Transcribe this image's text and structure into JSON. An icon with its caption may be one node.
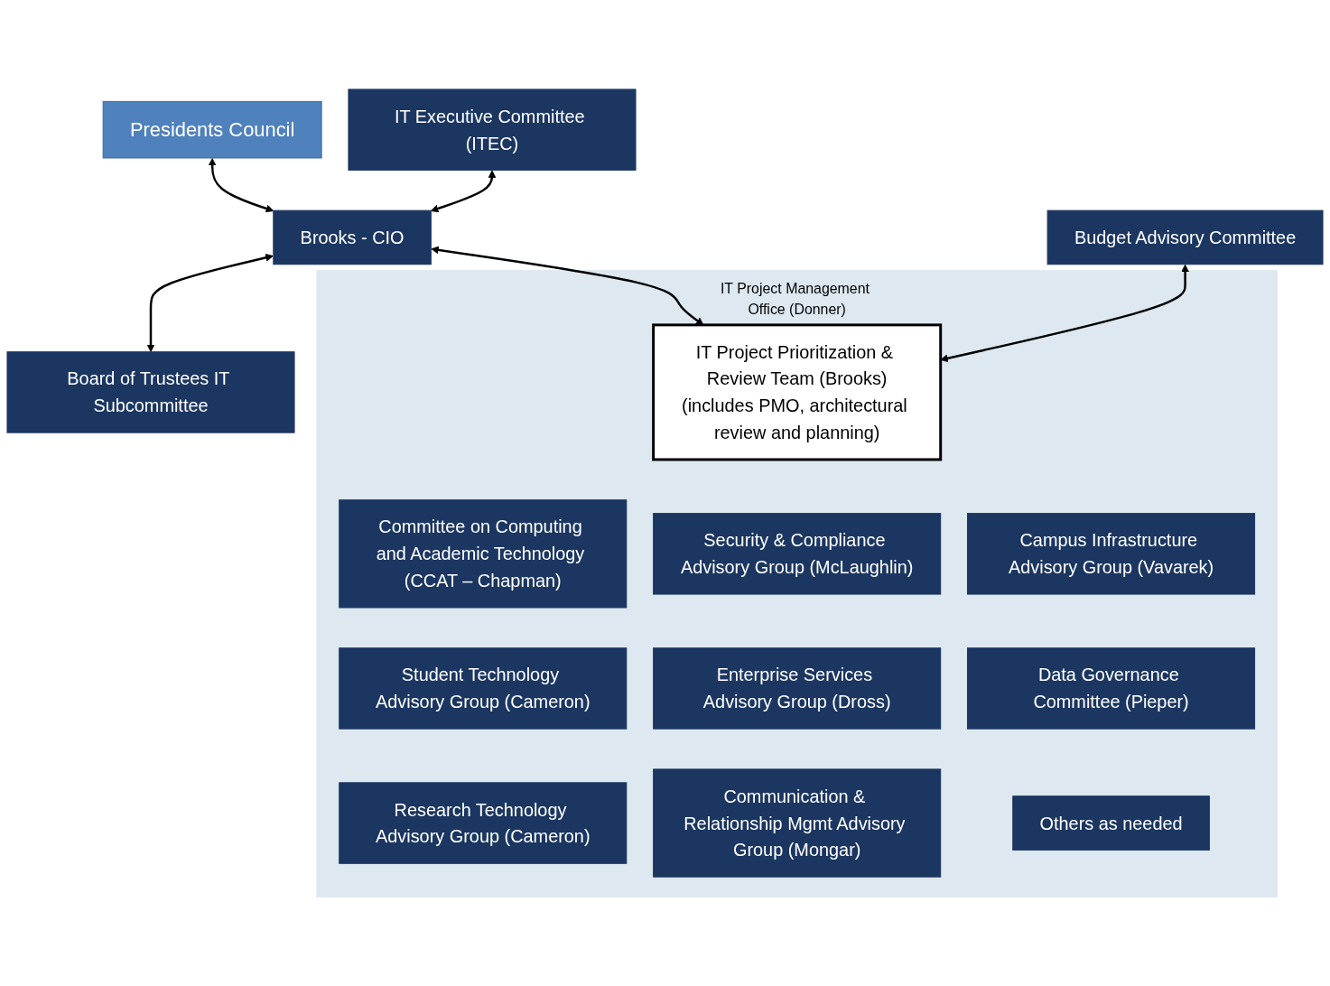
{
  "diagram": {
    "nodes": [
      {
        "text": [
          "Presidents Council"
        ]
      },
      {
        "text": [
          "IT Executive Committee (ITEC)"
        ]
      },
      {
        "text": [
          "Brooks - CIO"
        ]
      },
      {
        "text": [
          "Board of Trustees IT Subcommittee"
        ]
      },
      {
        "text": [
          "Budget Advisory Committee"
        ]
      },
      {
        "text": [
          "IT Project Management Office (Donner)"
        ]
      },
      {
        "text": [
          "IT Project Prioritization & Review Team (Brooks)",
          "(includes PMO, architectural review and planning)"
        ],
        "in": 5
      },
      {
        "text": [
          "Committee on Computing and Academic Technology (CCAT – Chapman)"
        ],
        "in": 5
      },
      {
        "text": [
          "Security & Compliance Advisory Group (McLaughlin)"
        ],
        "in": 5
      },
      {
        "text": [
          "Campus Infrastructure Advisory Group (Vavarek)"
        ],
        "in": 5
      },
      {
        "text": [
          "Student Technology Advisory Group (Cameron)"
        ],
        "in": 5
      },
      {
        "text": [
          "Enterprise Services Advisory Group (Dross)"
        ],
        "in": 5
      },
      {
        "text": [
          "Data Governance Committee (Pieper)"
        ],
        "in": 5
      },
      {
        "text": [
          "Research Technology Advisory Group (Cameron)"
        ],
        "in": 5
      },
      {
        "text": [
          "Communication & Relationship Mgmt Advisory Group (Mongar)"
        ],
        "in": 5
      },
      {
        "text": [
          "Others as needed"
        ],
        "in": 5
      }
    ],
    "edges": [
      {
        "from": 0,
        "to": 2,
        "arrow": "both"
      },
      {
        "from": 1,
        "to": 2,
        "arrow": "both"
      },
      {
        "from": 2,
        "to": 3,
        "arrow": "both"
      },
      {
        "from": 2,
        "to": 6,
        "arrow": "both"
      },
      {
        "from": 4,
        "to": 6,
        "arrow": "both"
      }
    ]
  }
}
